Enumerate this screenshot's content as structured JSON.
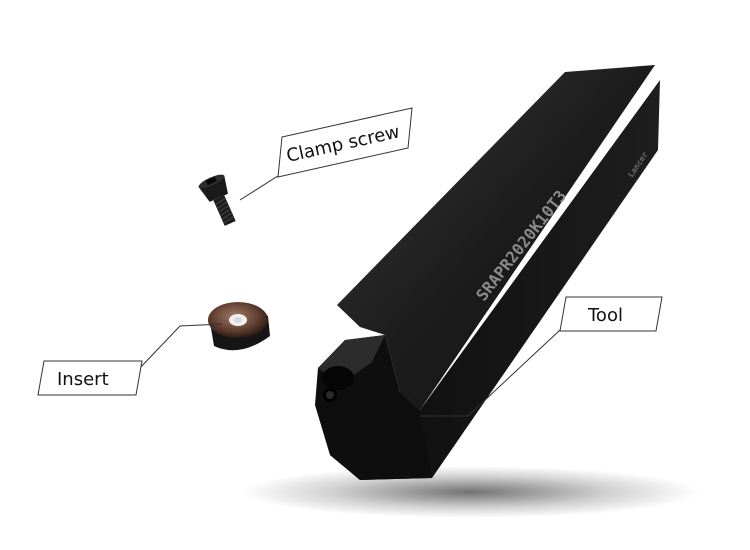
{
  "labels": {
    "clamp_screw": "Clamp screw",
    "insert": "Insert",
    "tool": "Tool"
  },
  "tool_marking": "SRAPR2020K10T3",
  "brand_mark": "Lancer",
  "colors": {
    "tool_body": "#141414",
    "tool_top_face": "#2a2a2a",
    "insert_face": "#6e4a3a",
    "screw": "#1a1a1a",
    "callout_line": "#333333",
    "background": "#ffffff"
  }
}
